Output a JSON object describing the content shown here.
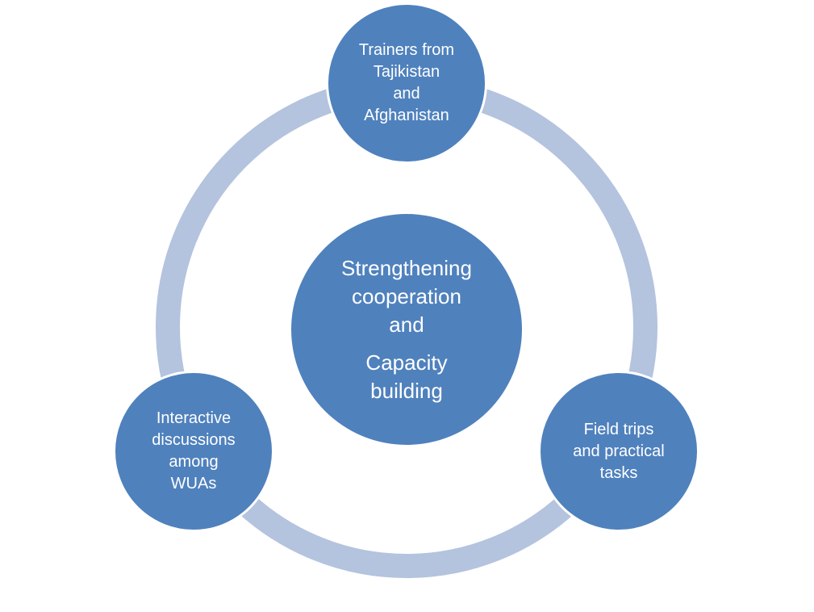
{
  "colors": {
    "node_fill": "#4f81bd",
    "ring": "#b4c3de",
    "text": "#ffffff",
    "background": "#ffffff"
  },
  "diagram": {
    "type": "cycle",
    "center": {
      "line1": "Strengthening",
      "line2": "cooperation",
      "line3": "and",
      "line4": "Capacity",
      "line5": "building"
    },
    "nodes": {
      "top": {
        "line1": "Trainers from",
        "line2": "Tajikistan",
        "line3": "and",
        "line4": "Afghanistan"
      },
      "right": {
        "line1": "Field trips",
        "line2": "and practical",
        "line3": "tasks"
      },
      "left": {
        "line1": "Interactive",
        "line2": "discussions",
        "line3": "among",
        "line4": "WUAs"
      }
    }
  }
}
